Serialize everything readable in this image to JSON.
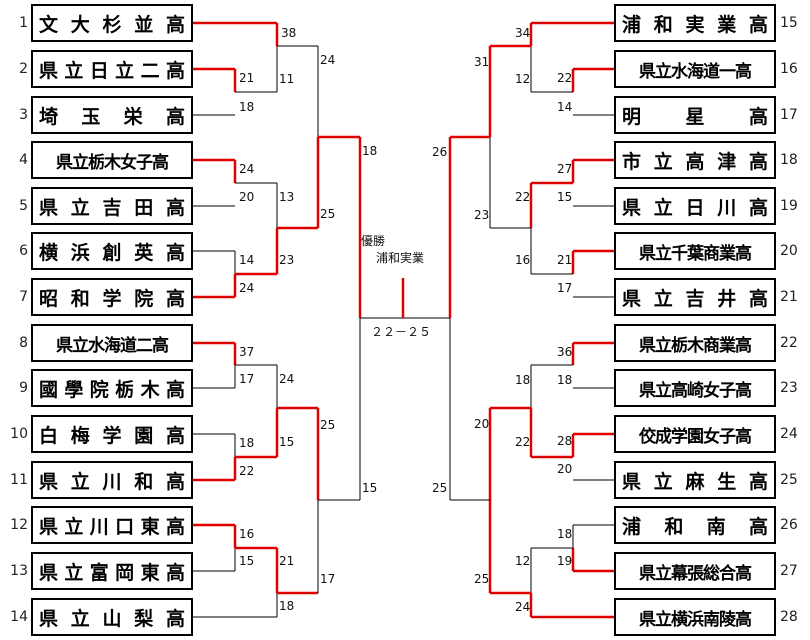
{
  "teams": [
    {
      "seed": "1",
      "name": "文大杉並高",
      "side": "left"
    },
    {
      "seed": "2",
      "name": "県立日立二高",
      "side": "left"
    },
    {
      "seed": "3",
      "name": "埼玉栄高",
      "side": "left"
    },
    {
      "seed": "4",
      "name": "県立栃木女子高",
      "side": "left"
    },
    {
      "seed": "5",
      "name": "県立吉田高",
      "side": "left"
    },
    {
      "seed": "6",
      "name": "横浜創英高",
      "side": "left"
    },
    {
      "seed": "7",
      "name": "昭和学院高",
      "side": "left"
    },
    {
      "seed": "8",
      "name": "県立水海道二高",
      "side": "left"
    },
    {
      "seed": "9",
      "name": "國學院栃木高",
      "side": "left"
    },
    {
      "seed": "10",
      "name": "白梅学園高",
      "side": "left"
    },
    {
      "seed": "11",
      "name": "県立川和高",
      "side": "left"
    },
    {
      "seed": "12",
      "name": "県立川口東高",
      "side": "left"
    },
    {
      "seed": "13",
      "name": "県立富岡東高",
      "side": "left"
    },
    {
      "seed": "14",
      "name": "県立山梨高",
      "side": "left"
    },
    {
      "seed": "15",
      "name": "浦和実業高",
      "side": "right"
    },
    {
      "seed": "16",
      "name": "県立水海道一高",
      "side": "right"
    },
    {
      "seed": "17",
      "name": "明星高",
      "side": "right"
    },
    {
      "seed": "18",
      "name": "市立高津高",
      "side": "right"
    },
    {
      "seed": "19",
      "name": "県立日川高",
      "side": "right"
    },
    {
      "seed": "20",
      "name": "県立千葉商業高",
      "side": "right"
    },
    {
      "seed": "21",
      "name": "県立吉井高",
      "side": "right"
    },
    {
      "seed": "22",
      "name": "県立栃木商業高",
      "side": "right"
    },
    {
      "seed": "23",
      "name": "県立高崎女子高",
      "side": "right"
    },
    {
      "seed": "24",
      "name": "佼成学園女子高",
      "side": "right"
    },
    {
      "seed": "25",
      "name": "県立麻生高",
      "side": "right"
    },
    {
      "seed": "26",
      "name": "浦和南高",
      "side": "right"
    },
    {
      "seed": "27",
      "name": "県立幕張総合高",
      "side": "right"
    },
    {
      "seed": "28",
      "name": "県立横浜南陵高",
      "side": "right"
    }
  ],
  "scores": [
    "38",
    "21",
    "11",
    "18",
    "24",
    "24",
    "20",
    "13",
    "25",
    "14",
    "23",
    "24",
    "18",
    "37",
    "17",
    "24",
    "18",
    "15",
    "25",
    "22",
    "16",
    "15",
    "21",
    "17",
    "18",
    "15",
    "34",
    "12",
    "22",
    "14",
    "31",
    "27",
    "15",
    "22",
    "23",
    "16",
    "21",
    "17",
    "26",
    "36",
    "18",
    "18",
    "20",
    "28",
    "22",
    "20",
    "25",
    "18",
    "12",
    "19",
    "25",
    "24"
  ],
  "final": {
    "label": "優勝",
    "winner": "浦和実業",
    "score": "２２－２５"
  },
  "colors": {
    "win": "#e00000",
    "line": "#000000"
  }
}
